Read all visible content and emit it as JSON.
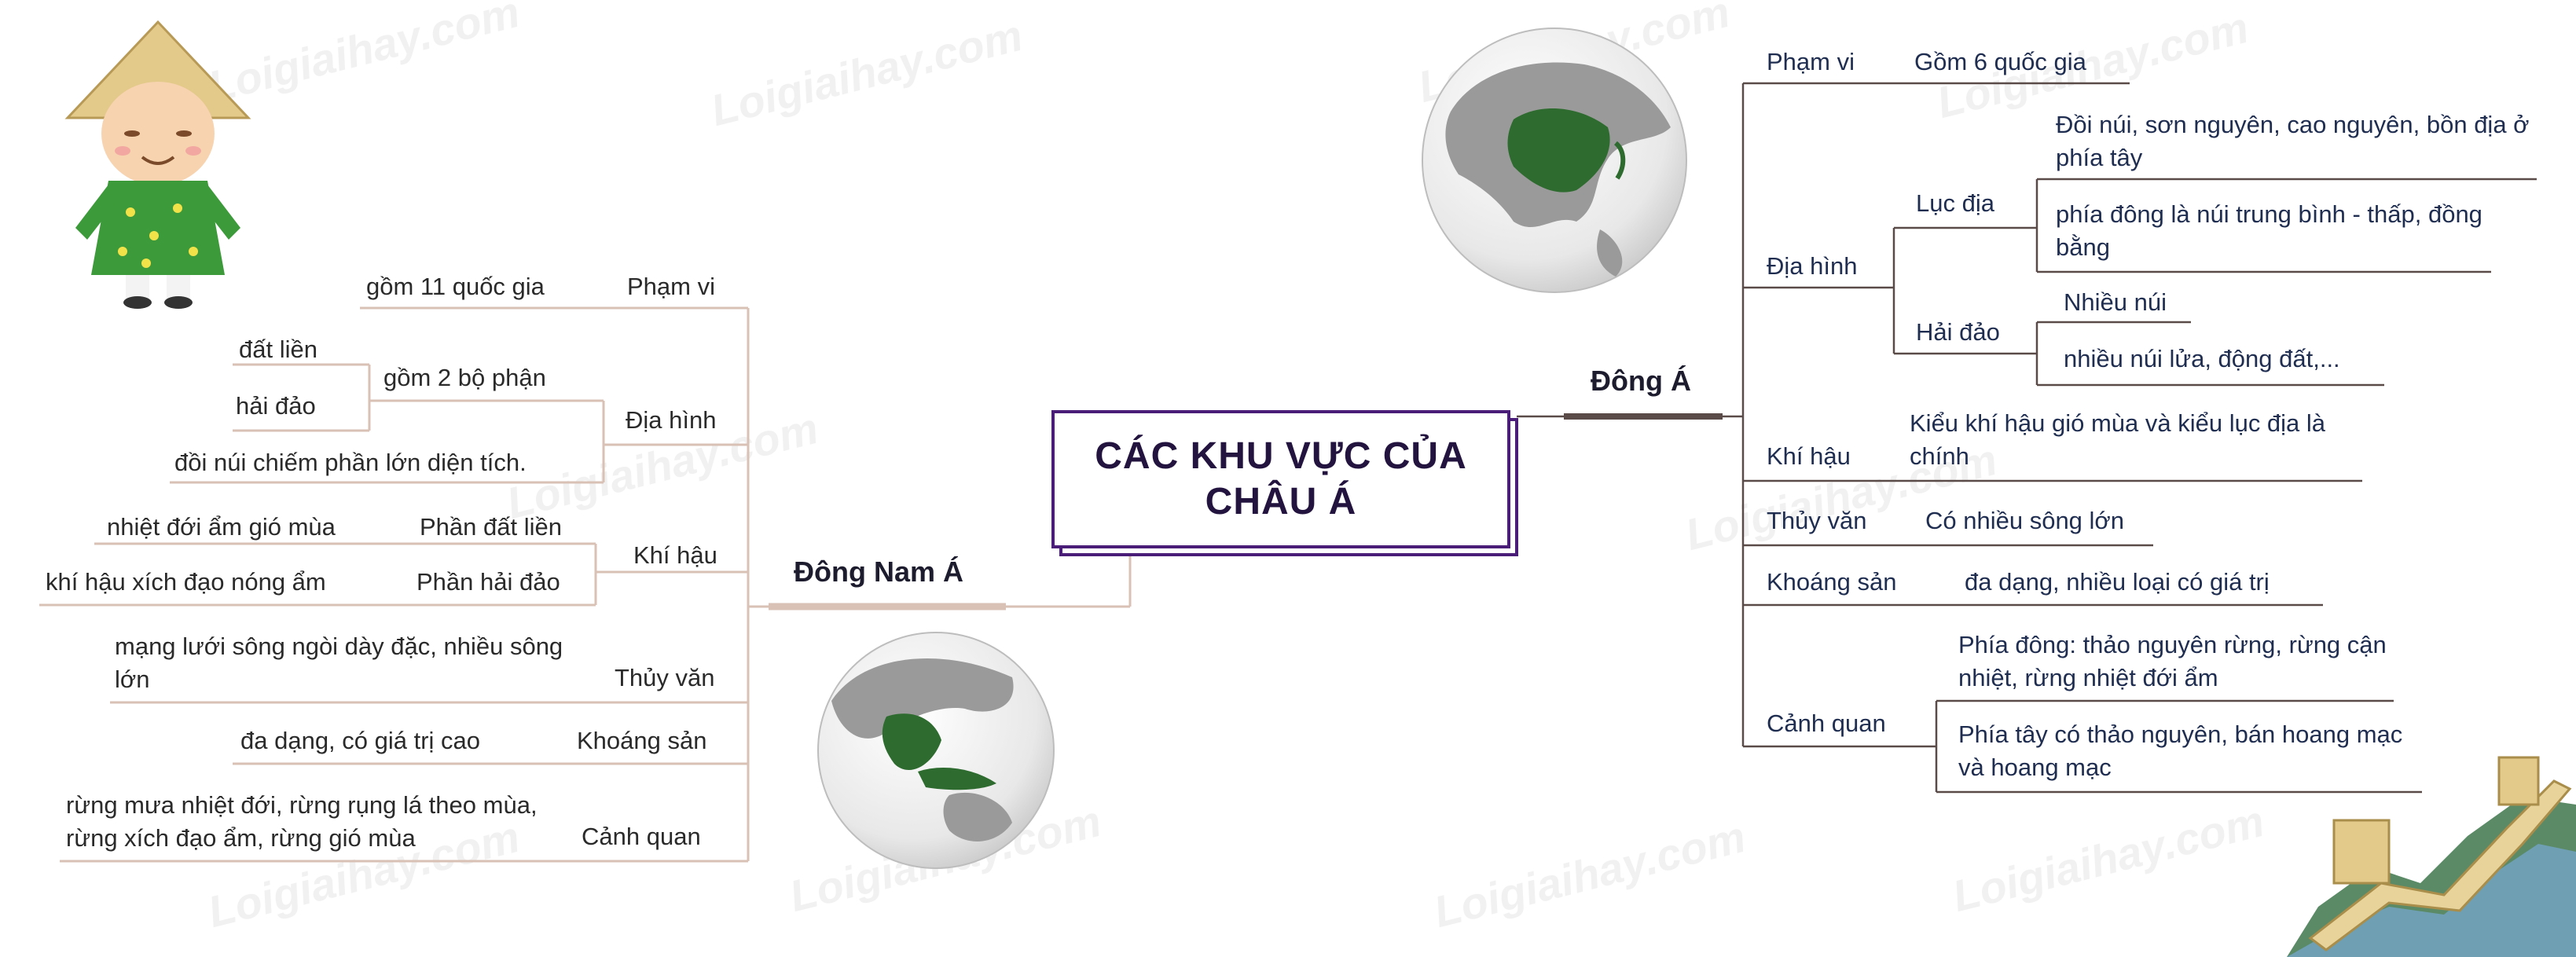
{
  "title": "CÁC KHU VỰC CỦA CHÂU Á",
  "watermark": "Loigiaihay.com",
  "colors": {
    "left_branch": "#d9c1b6",
    "right_branch": "#5a4a48",
    "title_border": "#4a1e78",
    "right_text": "#1f2d50"
  },
  "left": {
    "hub": "Đông Nam Á",
    "pham_vi": {
      "label": "Phạm vi",
      "value": "gồm 11 quốc gia"
    },
    "dia_hinh": {
      "label": "Địa hình",
      "parts_label": "gồm 2 bộ phận",
      "part1": "đất liền",
      "part2": "hải đảo",
      "note": "đồi núi chiếm phần lớn diện tích."
    },
    "khi_hau": {
      "label": "Khí hậu",
      "mainland_label": "Phần đất liền",
      "mainland_value": "nhiệt đới ẩm gió mùa",
      "island_label": "Phần hải đảo",
      "island_value": "khí hậu xích đạo nóng ẩm"
    },
    "thuy_van": {
      "label": "Thủy văn",
      "value": "mạng lưới sông ngòi dày đặc, nhiều sông lớn"
    },
    "khoang_san": {
      "label": "Khoáng sản",
      "value": "đa dạng, có giá trị cao"
    },
    "canh_quan": {
      "label": "Cảnh quan",
      "value": "rừng mưa nhiệt đới, rừng rụng lá theo mùa, rừng xích đạo ẩm, rừng gió mùa"
    }
  },
  "right": {
    "hub": "Đông Á",
    "pham_vi": {
      "label": "Phạm vi",
      "value": "Gồm  6 quốc gia"
    },
    "dia_hinh": {
      "label": "Địa hình",
      "luc_dia": "Lục địa",
      "luc_dia_1": "Đồi núi, sơn nguyên, cao nguyên, bồn địa ở phía tây",
      "luc_dia_2": "phía đông là núi trung bình - thấp, đồng bằng",
      "hai_dao": "Hải đảo",
      "hai_dao_1": "Nhiều núi",
      "hai_dao_2": "nhiều núi lửa, động đất,..."
    },
    "khi_hau": {
      "label": "Khí hậu",
      "value": "Kiểu khí hậu gió mùa và kiểu lục địa là chính"
    },
    "thuy_van": {
      "label": "Thủy văn",
      "value": "Có nhiều sông lớn"
    },
    "khoang_san": {
      "label": "Khoáng sản",
      "value": "đa dạng, nhiều loại có giá trị"
    },
    "canh_quan": {
      "label": "Cảnh quan",
      "value1": "Phía đông: thảo nguyên rừng, rừng cận nhiệt, rừng nhiệt đới ẩm",
      "value2": "Phía tây có thảo nguyên, bán hoang mạc và hoang mạc"
    }
  }
}
